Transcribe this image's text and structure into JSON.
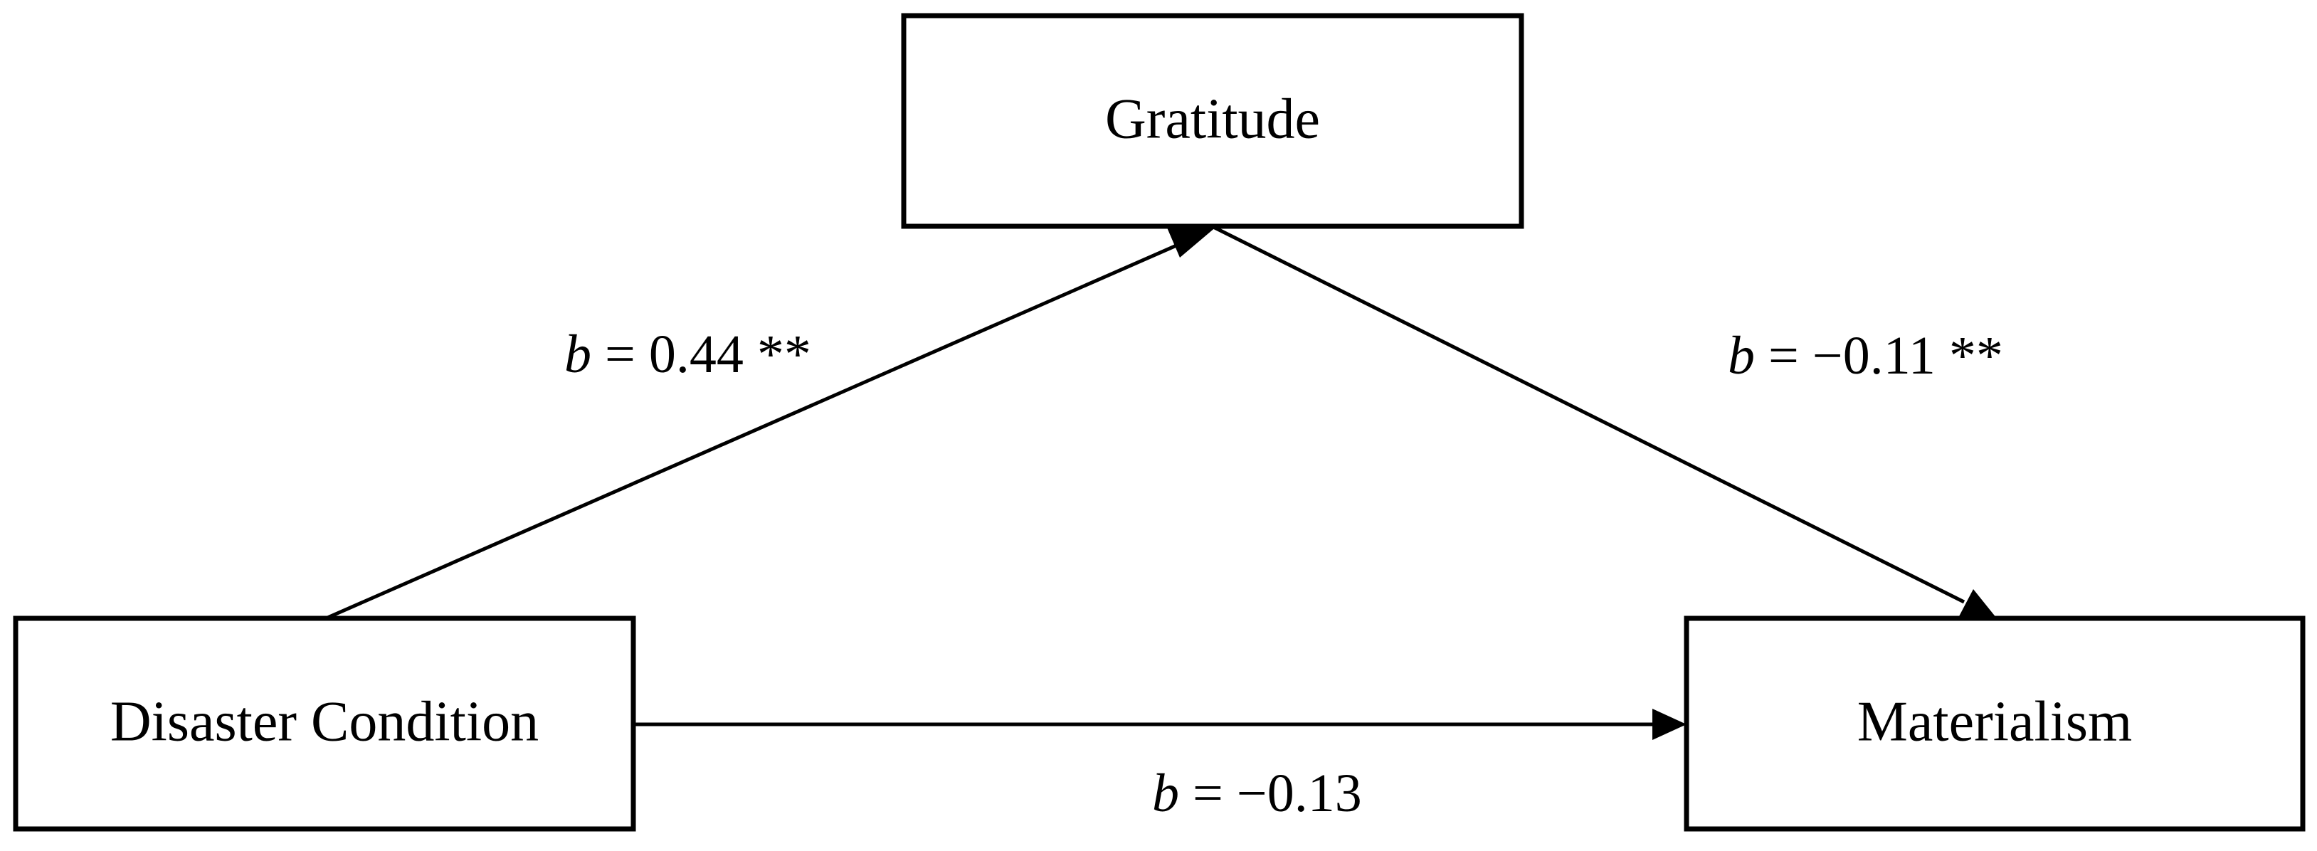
{
  "nodes": {
    "mediator": {
      "label": "Gratitude"
    },
    "predictor": {
      "label": "Disaster Condition"
    },
    "outcome": {
      "label": "Materialism"
    }
  },
  "paths": {
    "a_path": {
      "symbol": "b",
      "value": " = 0.44 **"
    },
    "b_path": {
      "symbol": "b",
      "value": " = −0.11 **"
    },
    "c_path": {
      "symbol": "b",
      "value": " = −0.13"
    }
  },
  "colors": {
    "line": "#000000",
    "box_fill": "#ffffff",
    "text": "#000000"
  }
}
